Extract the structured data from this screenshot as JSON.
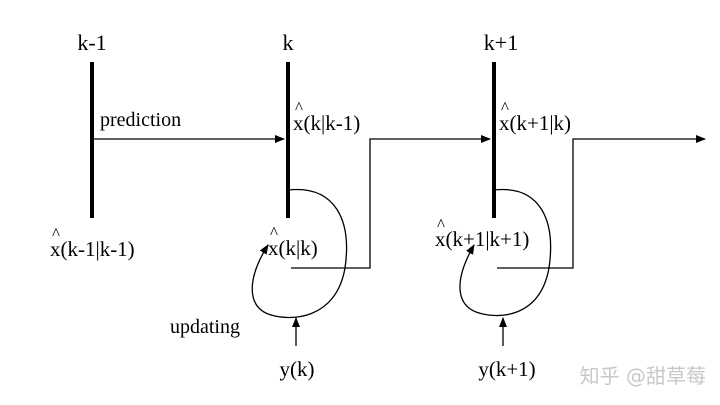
{
  "time_labels": {
    "prev": "k-1",
    "curr": "k",
    "next": "k+1"
  },
  "labels": {
    "prediction": "prediction",
    "updating": "updating",
    "x_prev_post": "x(k-1|k-1)",
    "x_curr_prior": "x(k|k-1)",
    "x_curr_post": "x(k|k)",
    "x_next_prior": "x(k+1|k)",
    "x_next_post": "x(k+1|k+1)",
    "y_curr": "y(k)",
    "y_next": "y(k+1)",
    "hat": "^"
  },
  "watermark": "知乎 @甜草莓",
  "colors": {
    "line": "#000000",
    "watermark": "#c8c8c8",
    "background": "#ffffff"
  }
}
